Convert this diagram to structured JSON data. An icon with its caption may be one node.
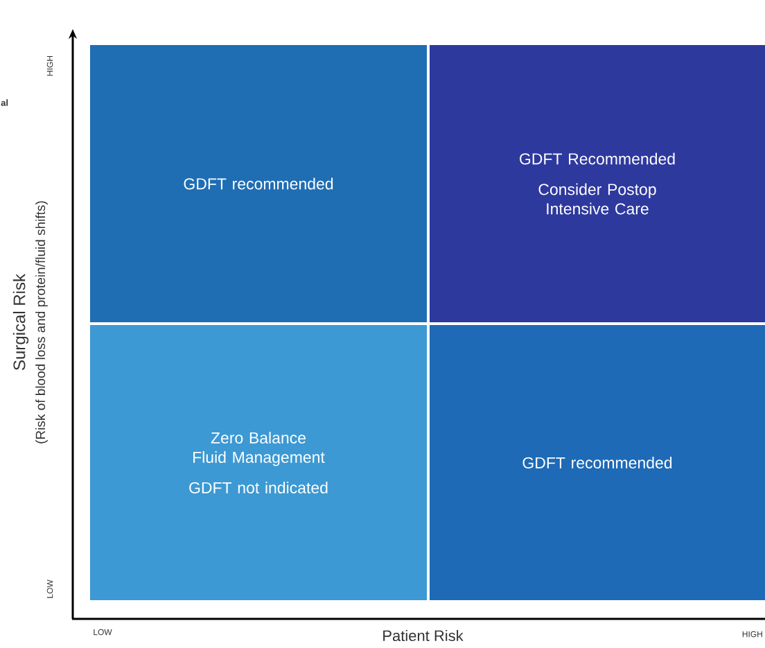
{
  "diagram": {
    "nodes": [
      {
        "text": [
          "GDFT recommended"
        ]
      },
      {
        "text": [
          "GDFT Recommended",
          "Consider Postop Intensive Care"
        ]
      },
      {
        "text": [
          "Zero Balance Fluid Management",
          "GDFT not indicated"
        ]
      },
      {
        "text": [
          "GDFT recommended"
        ]
      }
    ],
    "labels": [
      "al",
      "HIGH",
      "Surgical Risk",
      "(Risk of blood loss and protein/fluid shifts)",
      "LOW",
      "LOW",
      "Patient Risk",
      "HIGH"
    ]
  }
}
